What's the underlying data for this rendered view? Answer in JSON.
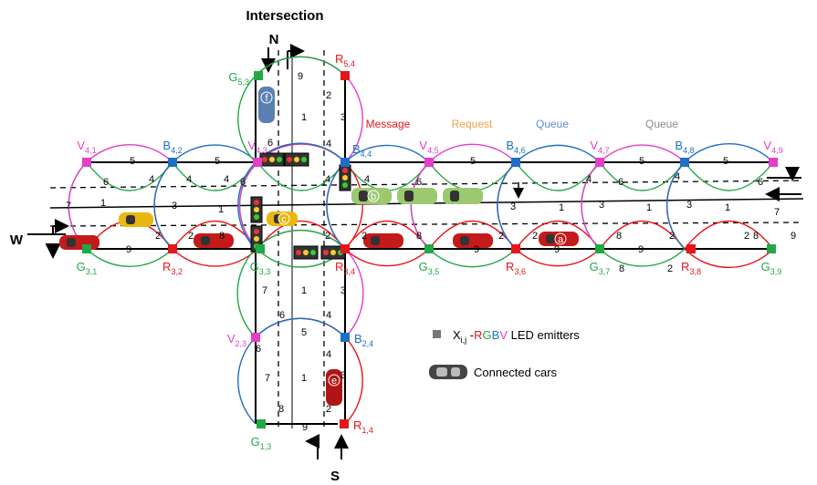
{
  "title": "Intersection",
  "directions": {
    "north": "N",
    "south": "S",
    "west": "W"
  },
  "colors": {
    "red": "#e8141c",
    "green": "#22a846",
    "blue": "#1f6fc6",
    "violet": "#e23fc9",
    "message": "#e8141c",
    "request": "#f0a04b",
    "queue_blue": "#5b8fd0",
    "queue_gray": "#8a8a8a"
  },
  "nodes": [
    {
      "id": "v41",
      "main": "V",
      "sub": "4,1",
      "color": "violet"
    },
    {
      "id": "b42",
      "main": "B",
      "sub": "4,2",
      "color": "blue"
    },
    {
      "id": "v43",
      "main": "V",
      "sub": "4,3",
      "color": "violet"
    },
    {
      "id": "b44",
      "main": "B",
      "sub": "4,4",
      "color": "blue"
    },
    {
      "id": "v45",
      "main": "V",
      "sub": "4,5",
      "color": "violet"
    },
    {
      "id": "b46",
      "main": "B",
      "sub": "4,6",
      "color": "blue"
    },
    {
      "id": "v47",
      "main": "V",
      "sub": "4,7",
      "color": "violet"
    },
    {
      "id": "b48",
      "main": "B",
      "sub": "4,8",
      "color": "blue"
    },
    {
      "id": "v49",
      "main": "V",
      "sub": "4,9",
      "color": "violet"
    },
    {
      "id": "g31",
      "main": "G",
      "sub": "3,1",
      "color": "green"
    },
    {
      "id": "r32",
      "main": "R",
      "sub": "3,2",
      "color": "red"
    },
    {
      "id": "g33",
      "main": "G",
      "sub": "3,3",
      "color": "green"
    },
    {
      "id": "r34",
      "main": "R",
      "sub": "3,4",
      "color": "red"
    },
    {
      "id": "g35",
      "main": "G",
      "sub": "3,5",
      "color": "green"
    },
    {
      "id": "r36",
      "main": "R",
      "sub": "3,6",
      "color": "red"
    },
    {
      "id": "g37",
      "main": "G",
      "sub": "3,7",
      "color": "green"
    },
    {
      "id": "r38",
      "main": "R",
      "sub": "3,8",
      "color": "red"
    },
    {
      "id": "g39",
      "main": "G",
      "sub": "3,9",
      "color": "green"
    },
    {
      "id": "g53",
      "main": "G",
      "sub": "5,3",
      "color": "green"
    },
    {
      "id": "r54",
      "main": "R",
      "sub": "5,4",
      "color": "red"
    },
    {
      "id": "v23",
      "main": "V",
      "sub": "2,3",
      "color": "violet"
    },
    {
      "id": "b24",
      "main": "B",
      "sub": "2,4",
      "color": "blue"
    },
    {
      "id": "g13",
      "main": "G",
      "sub": "1,3",
      "color": "green"
    },
    {
      "id": "r14",
      "main": "R",
      "sub": "1,4",
      "color": "red"
    }
  ],
  "annotations": {
    "message": "Message",
    "request": "Request",
    "queue1": "Queue",
    "queue2": "Queue"
  },
  "car_labels": [
    "f",
    "b",
    "c",
    "a",
    "e"
  ],
  "cell_numbers": [
    "1",
    "2",
    "3",
    "4",
    "5",
    "6",
    "7",
    "8",
    "9"
  ],
  "legend": {
    "emitters_prefix": "X",
    "emitters_sub": "i,j",
    "emitters_dash": " -",
    "emitters_letters": [
      {
        "t": "R",
        "color": "red"
      },
      {
        "t": "G",
        "color": "green"
      },
      {
        "t": "B",
        "color": "blue"
      },
      {
        "t": "V",
        "color": "violet"
      }
    ],
    "emitters_suffix": " LED emitters",
    "cars": "Connected cars"
  }
}
